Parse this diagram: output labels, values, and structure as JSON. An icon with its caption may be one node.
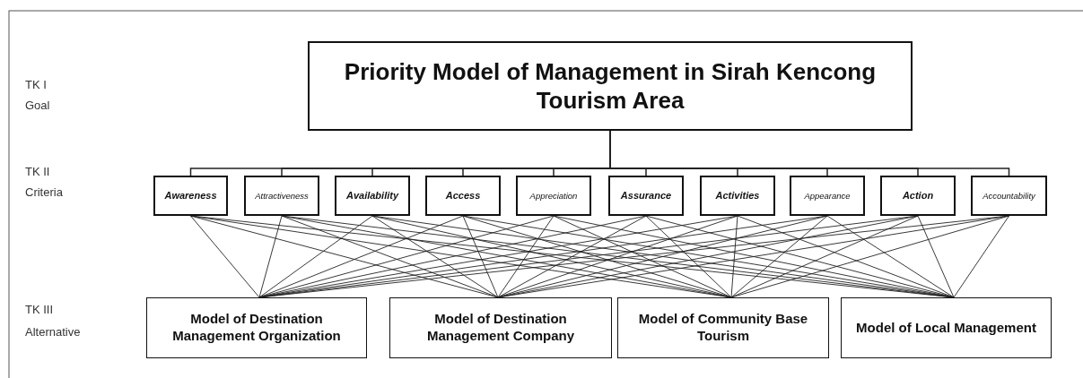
{
  "diagram": {
    "nodes": [
      {
        "text": [
          "Priority Model of Management in Sirah Kencong Tourism Area"
        ]
      },
      {
        "text": [
          "Awareness"
        ]
      },
      {
        "text": [
          "Attractiveness"
        ]
      },
      {
        "text": [
          "Availability"
        ]
      },
      {
        "text": [
          "Access"
        ]
      },
      {
        "text": [
          "Appreciation"
        ]
      },
      {
        "text": [
          "Assurance"
        ]
      },
      {
        "text": [
          "Activities"
        ]
      },
      {
        "text": [
          "Appearance"
        ]
      },
      {
        "text": [
          "Action"
        ]
      },
      {
        "text": [
          "Accountability"
        ]
      },
      {
        "text": [
          "Model of Destination Management Organization"
        ]
      },
      {
        "text": [
          "Model of Destination Management Company"
        ]
      },
      {
        "text": [
          "Model of Community Base Tourism"
        ]
      },
      {
        "text": [
          "Model of Local Management"
        ]
      }
    ],
    "edges": [
      {
        "from": 0,
        "to": 1,
        "arrow": "none"
      },
      {
        "from": 0,
        "to": 2,
        "arrow": "none"
      },
      {
        "from": 0,
        "to": 3,
        "arrow": "none"
      },
      {
        "from": 0,
        "to": 4,
        "arrow": "none"
      },
      {
        "from": 0,
        "to": 5,
        "arrow": "none"
      },
      {
        "from": 0,
        "to": 6,
        "arrow": "none"
      },
      {
        "from": 0,
        "to": 7,
        "arrow": "none"
      },
      {
        "from": 0,
        "to": 8,
        "arrow": "none"
      },
      {
        "from": 0,
        "to": 9,
        "arrow": "none"
      },
      {
        "from": 0,
        "to": 10,
        "arrow": "none"
      },
      {
        "from": 1,
        "to": 11,
        "arrow": "none"
      },
      {
        "from": 1,
        "to": 12,
        "arrow": "none"
      },
      {
        "from": 1,
        "to": 13,
        "arrow": "none"
      },
      {
        "from": 1,
        "to": 14,
        "arrow": "none"
      },
      {
        "from": 2,
        "to": 11,
        "arrow": "none"
      },
      {
        "from": 2,
        "to": 12,
        "arrow": "none"
      },
      {
        "from": 2,
        "to": 13,
        "arrow": "none"
      },
      {
        "from": 2,
        "to": 14,
        "arrow": "none"
      },
      {
        "from": 3,
        "to": 11,
        "arrow": "none"
      },
      {
        "from": 3,
        "to": 12,
        "arrow": "none"
      },
      {
        "from": 3,
        "to": 13,
        "arrow": "none"
      },
      {
        "from": 3,
        "to": 14,
        "arrow": "none"
      },
      {
        "from": 4,
        "to": 11,
        "arrow": "none"
      },
      {
        "from": 4,
        "to": 12,
        "arrow": "none"
      },
      {
        "from": 4,
        "to": 13,
        "arrow": "none"
      },
      {
        "from": 4,
        "to": 14,
        "arrow": "none"
      },
      {
        "from": 5,
        "to": 11,
        "arrow": "none"
      },
      {
        "from": 5,
        "to": 12,
        "arrow": "none"
      },
      {
        "from": 5,
        "to": 13,
        "arrow": "none"
      },
      {
        "from": 5,
        "to": 14,
        "arrow": "none"
      },
      {
        "from": 6,
        "to": 11,
        "arrow": "none"
      },
      {
        "from": 6,
        "to": 12,
        "arrow": "none"
      },
      {
        "from": 6,
        "to": 13,
        "arrow": "none"
      },
      {
        "from": 6,
        "to": 14,
        "arrow": "none"
      },
      {
        "from": 7,
        "to": 11,
        "arrow": "none"
      },
      {
        "from": 7,
        "to": 12,
        "arrow": "none"
      },
      {
        "from": 7,
        "to": 13,
        "arrow": "none"
      },
      {
        "from": 7,
        "to": 14,
        "arrow": "none"
      },
      {
        "from": 8,
        "to": 11,
        "arrow": "none"
      },
      {
        "from": 8,
        "to": 12,
        "arrow": "none"
      },
      {
        "from": 8,
        "to": 13,
        "arrow": "none"
      },
      {
        "from": 8,
        "to": 14,
        "arrow": "none"
      },
      {
        "from": 9,
        "to": 11,
        "arrow": "none"
      },
      {
        "from": 9,
        "to": 12,
        "arrow": "none"
      },
      {
        "from": 9,
        "to": 13,
        "arrow": "none"
      },
      {
        "from": 9,
        "to": 14,
        "arrow": "none"
      },
      {
        "from": 10,
        "to": 11,
        "arrow": "none"
      },
      {
        "from": 10,
        "to": 12,
        "arrow": "none"
      },
      {
        "from": 10,
        "to": 13,
        "arrow": "none"
      },
      {
        "from": 10,
        "to": 14,
        "arrow": "none"
      }
    ],
    "labels": [
      "TK I",
      "Goal",
      "TK II",
      "Criteria",
      "TK III",
      "Alternative"
    ]
  }
}
